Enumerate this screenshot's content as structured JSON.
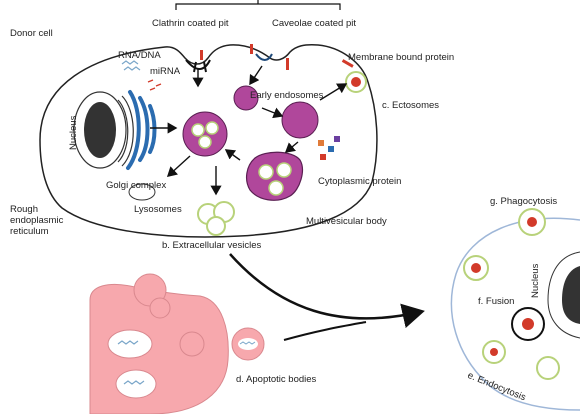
{
  "labels": {
    "donor_cell": "Donor cell",
    "clathrin": "Clathrin coated pit",
    "caveolae": "Caveolae coated pit",
    "membrane_protein": "Membrane bound protein",
    "rna_dna": "RNA/DNA",
    "mirna": "miRNA",
    "nucleus_left": "Nucleus",
    "early_endosomes": "Early endosomes",
    "ectosomes": "c. Ectosomes",
    "golgi": "Golgi complex",
    "lysosomes": "Lysosomes",
    "rough_er_1": "Rough",
    "rough_er_2": "endoplasmic",
    "rough_er_3": "reticulum",
    "cytoplasmic_protein": "Cytoplasmic protein",
    "multivesicular": "Multivesicular body",
    "extracellular_vesicles": "b. Extracellular vesicles",
    "phagocytosis": "g. Phagocytosis",
    "fusion": "f. Fusion",
    "nucleus_right": "Nucleus",
    "apoptotic_bodies": "d. Apoptotic bodies",
    "endocytosis": "e. Endocytosis"
  },
  "colors": {
    "cell_outline": "#222222",
    "endosome_fill": "#b0479b",
    "endosome_stroke": "#5a1f52",
    "golgi": "#2b6cb0",
    "apoptotic_fill": "#f7a8ad",
    "vesicle_ring": "#b8d27a",
    "protein_red": "#d23a2a",
    "recipient_membrane": "#9fb7d8"
  }
}
